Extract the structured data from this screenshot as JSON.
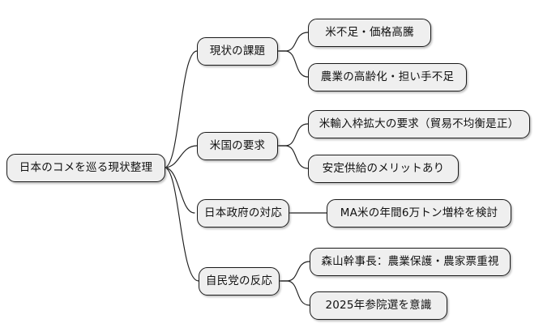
{
  "diagram": {
    "type": "mind-map",
    "title": "日本のコメを巡る現状整理",
    "orientation": "left-to-right",
    "node_fill": "#efefef",
    "node_border": "#1a1a1a",
    "edge_color": "#1f1f1f",
    "background": "#ffffff"
  },
  "root": {
    "label": "日本のコメを巡る現状整理"
  },
  "branches": [
    {
      "label": "現状の課題",
      "children": [
        {
          "label": "米不足・価格高騰"
        },
        {
          "label": "農業の高齢化・担い手不足"
        }
      ]
    },
    {
      "label": "米国の要求",
      "children": [
        {
          "label": "米輸入枠拡大の要求（貿易不均衡是正）"
        },
        {
          "label": "安定供給のメリットあり"
        }
      ]
    },
    {
      "label": "日本政府の対応",
      "children": [
        {
          "label": "MA米の年間6万トン増枠を検討"
        }
      ]
    },
    {
      "label": "自民党の反応",
      "children": [
        {
          "label": "森山幹事長：農業保護・農家票重視"
        },
        {
          "label": "2025年参院選を意識"
        }
      ]
    }
  ]
}
